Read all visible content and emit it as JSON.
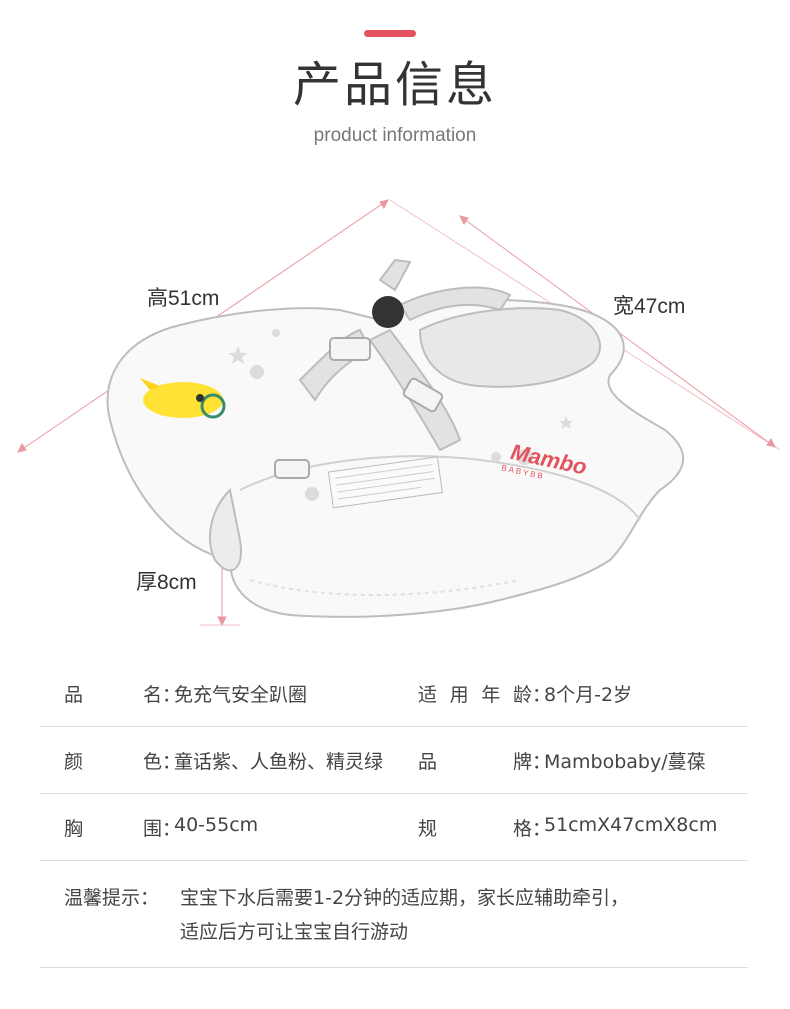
{
  "header": {
    "title": "产品信息",
    "subtitle": "product information",
    "accent_color": "#e4525d"
  },
  "figure": {
    "brand_mark": "Mambo",
    "brand_sub": "BABYBB",
    "dimensions": {
      "height_label": "高51cm",
      "width_label": "宽47cm",
      "thickness_label": "厚8cm"
    }
  },
  "specs": {
    "rows": [
      {
        "left": {
          "label": "品　名",
          "value": "免充气安全趴圈"
        },
        "right": {
          "label": "适用年龄",
          "value": "8个月-2岁"
        }
      },
      {
        "left": {
          "label": "颜　色",
          "value": "童话紫、人鱼粉、精灵绿"
        },
        "right": {
          "label": "品　牌",
          "value": "Mambobaby/蔓葆"
        }
      },
      {
        "left": {
          "label": "胸　围",
          "value": "40-55cm"
        },
        "right": {
          "label": "规　格",
          "value": "51cmX47cmX8cm"
        }
      }
    ],
    "colon": "：",
    "tip": {
      "label": "温馨提示：",
      "line1": "宝宝下水后需要1-2分钟的适应期，家长应辅助牵引，",
      "line2": "适应后方可让宝宝自行游动"
    }
  }
}
